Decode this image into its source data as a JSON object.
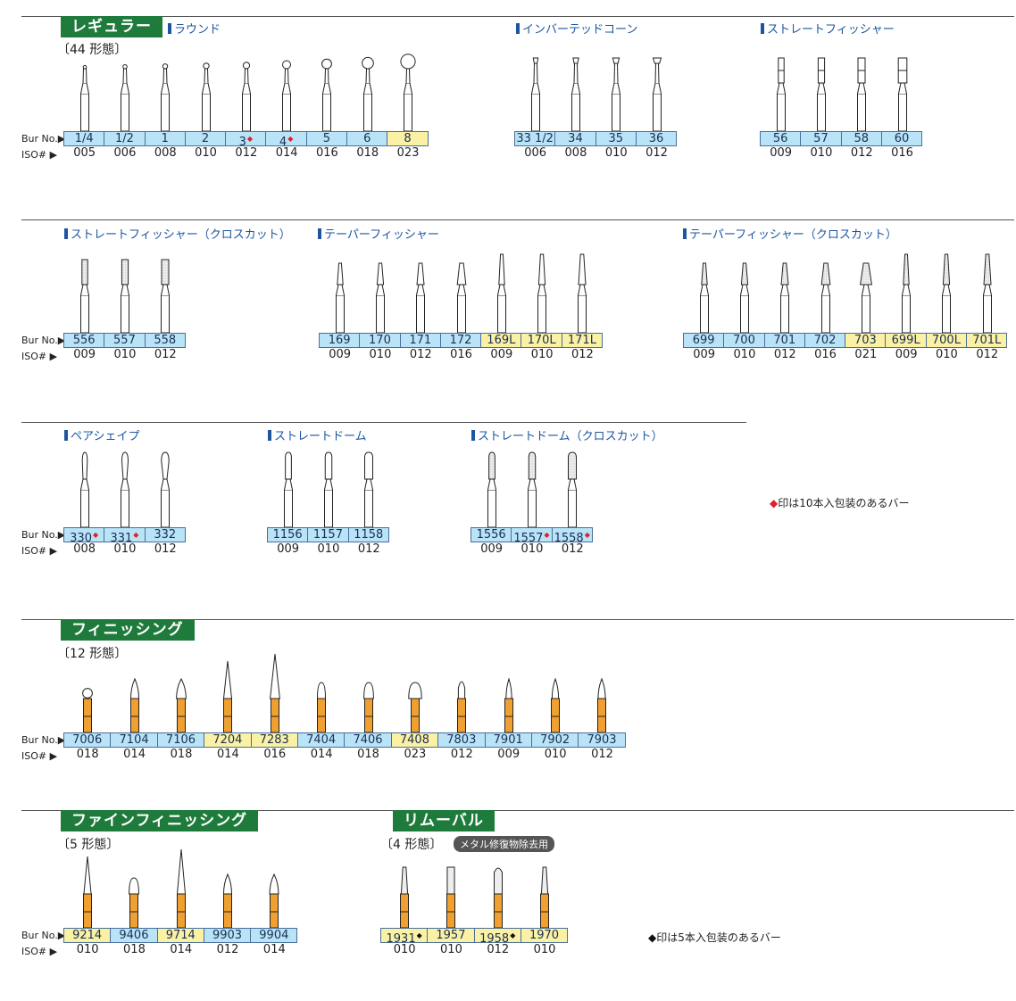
{
  "labels": {
    "bur_no": "Bur No.",
    "iso": "ISO#",
    "arrow": "▶"
  },
  "headers": {
    "regular": "レギュラー",
    "regular_count": "〔44 形態〕",
    "finishing": "フィニッシング",
    "finishing_count": "〔12 形態〕",
    "fine_finishing": "ファインフィニッシング",
    "fine_finishing_count": "〔5 形態〕",
    "removal": "リムーバル",
    "removal_count": "〔4 形態〕",
    "removal_tag": "メタル修復物除去用"
  },
  "notes": {
    "note10": "印は10本入包装のあるバー",
    "note5": "印は5本入包装のあるバー",
    "diamond": "◆"
  },
  "colors": {
    "green": "#1e7b3c",
    "blue_cell": "#b9e3f6",
    "yellow_cell": "#fbf1a4",
    "orange_shank": "#f0a030",
    "red_mark": "#e0202a"
  },
  "groups": [
    {
      "id": "round",
      "title": "ラウンド",
      "shape": "round",
      "shank": "steel",
      "items": [
        {
          "no": "1/4",
          "iso": "005",
          "size": 2
        },
        {
          "no": "1/2",
          "iso": "006",
          "size": 2.5
        },
        {
          "no": "1",
          "iso": "008",
          "size": 3
        },
        {
          "no": "2",
          "iso": "010",
          "size": 3.5
        },
        {
          "no": "3",
          "iso": "012",
          "size": 4,
          "mark": "red"
        },
        {
          "no": "4",
          "iso": "014",
          "size": 5,
          "mark": "red"
        },
        {
          "no": "5",
          "iso": "016",
          "size": 6
        },
        {
          "no": "6",
          "iso": "018",
          "size": 7
        },
        {
          "no": "8",
          "iso": "023",
          "size": 9,
          "yellow": true
        }
      ]
    },
    {
      "id": "inverted",
      "title": "インバーテッドコーン",
      "shape": "invcone",
      "shank": "steel",
      "items": [
        {
          "no": "33 1/2",
          "iso": "006",
          "size": 3
        },
        {
          "no": "34",
          "iso": "008",
          "size": 3.5
        },
        {
          "no": "35",
          "iso": "010",
          "size": 4
        },
        {
          "no": "36",
          "iso": "012",
          "size": 5
        }
      ]
    },
    {
      "id": "straight",
      "title": "ストレートフィッシャー",
      "shape": "straight",
      "shank": "steel",
      "items": [
        {
          "no": "56",
          "iso": "009",
          "size": 4
        },
        {
          "no": "57",
          "iso": "010",
          "size": 4.5
        },
        {
          "no": "58",
          "iso": "012",
          "size": 5
        },
        {
          "no": "60",
          "iso": "016",
          "size": 6
        }
      ]
    },
    {
      "id": "straight_cc",
      "title": "ストレートフィッシャー（クロスカット）",
      "shape": "straightcc",
      "shank": "steel",
      "items": [
        {
          "no": "556",
          "iso": "009",
          "size": 4
        },
        {
          "no": "557",
          "iso": "010",
          "size": 4.5
        },
        {
          "no": "558",
          "iso": "012",
          "size": 5
        }
      ]
    },
    {
      "id": "taper",
      "title": "テーパーフィッシャー",
      "shape": "taper",
      "shank": "steel",
      "items": [
        {
          "no": "169",
          "iso": "009",
          "size": 4
        },
        {
          "no": "170",
          "iso": "010",
          "size": 4.5
        },
        {
          "no": "171",
          "iso": "012",
          "size": 5
        },
        {
          "no": "172",
          "iso": "016",
          "size": 6
        },
        {
          "no": "169L",
          "iso": "009",
          "size": 4,
          "yellow": true,
          "long": true
        },
        {
          "no": "170L",
          "iso": "010",
          "size": 4.5,
          "yellow": true,
          "long": true
        },
        {
          "no": "171L",
          "iso": "012",
          "size": 5,
          "yellow": true,
          "long": true
        }
      ]
    },
    {
      "id": "taper_cc",
      "title": "テーパーフィッシャー（クロスカット）",
      "shape": "tapercc",
      "shank": "steel",
      "items": [
        {
          "no": "699",
          "iso": "009",
          "size": 4
        },
        {
          "no": "700",
          "iso": "010",
          "size": 4.5
        },
        {
          "no": "701",
          "iso": "012",
          "size": 5
        },
        {
          "no": "702",
          "iso": "016",
          "size": 6
        },
        {
          "no": "703",
          "iso": "021",
          "size": 8,
          "yellow": true
        },
        {
          "no": "699L",
          "iso": "009",
          "size": 4,
          "yellow": true,
          "long": true
        },
        {
          "no": "700L",
          "iso": "010",
          "size": 4.5,
          "yellow": true,
          "long": true
        },
        {
          "no": "701L",
          "iso": "012",
          "size": 5,
          "yellow": true,
          "long": true
        }
      ]
    },
    {
      "id": "pear",
      "title": "ペアシェイプ",
      "shape": "pear",
      "shank": "steel",
      "items": [
        {
          "no": "330",
          "iso": "008",
          "size": 4,
          "mark": "red"
        },
        {
          "no": "331",
          "iso": "010",
          "size": 5,
          "mark": "red"
        },
        {
          "no": "332",
          "iso": "012",
          "size": 6
        }
      ]
    },
    {
      "id": "dome",
      "title": "ストレートドーム",
      "shape": "dome",
      "shank": "steel",
      "items": [
        {
          "no": "1156",
          "iso": "009",
          "size": 4.5
        },
        {
          "no": "1157",
          "iso": "010",
          "size": 5
        },
        {
          "no": "1158",
          "iso": "012",
          "size": 6
        }
      ]
    },
    {
      "id": "dome_cc",
      "title": "ストレートドーム（クロスカット）",
      "shape": "domecc",
      "shank": "steel",
      "items": [
        {
          "no": "1556",
          "iso": "009",
          "size": 4.5
        },
        {
          "no": "1557",
          "iso": "010",
          "size": 5,
          "mark": "red"
        },
        {
          "no": "1558",
          "iso": "012",
          "size": 6,
          "mark": "red"
        }
      ]
    },
    {
      "id": "finishing",
      "title": "",
      "shape": "finish",
      "shank": "orange",
      "items": [
        {
          "no": "7006",
          "iso": "018",
          "size": 6,
          "tip": "ball"
        },
        {
          "no": "7104",
          "iso": "014",
          "size": 5,
          "tip": "flame"
        },
        {
          "no": "7106",
          "iso": "018",
          "size": 6,
          "tip": "flame"
        },
        {
          "no": "7204",
          "iso": "014",
          "size": 5,
          "tip": "needle",
          "yellow": true
        },
        {
          "no": "7283",
          "iso": "016",
          "size": 6,
          "tip": "needlelong",
          "yellow": true
        },
        {
          "no": "7404",
          "iso": "014",
          "size": 5,
          "tip": "egg"
        },
        {
          "no": "7406",
          "iso": "018",
          "size": 6,
          "tip": "egg"
        },
        {
          "no": "7408",
          "iso": "023",
          "size": 8,
          "tip": "egg",
          "yellow": true
        },
        {
          "no": "7803",
          "iso": "012",
          "size": 4,
          "tip": "bullet"
        },
        {
          "no": "7901",
          "iso": "009",
          "size": 3.5,
          "tip": "flame"
        },
        {
          "no": "7902",
          "iso": "010",
          "size": 4,
          "tip": "flame"
        },
        {
          "no": "7903",
          "iso": "012",
          "size": 4.5,
          "tip": "flame"
        }
      ]
    },
    {
      "id": "fine_finishing",
      "title": "",
      "shape": "finish",
      "shank": "orange",
      "items": [
        {
          "no": "9214",
          "iso": "010",
          "size": 4.5,
          "tip": "needle",
          "yellow": true
        },
        {
          "no": "9406",
          "iso": "018",
          "size": 6,
          "tip": "egg"
        },
        {
          "no": "9714",
          "iso": "014",
          "size": 5,
          "tip": "needlelong",
          "yellow": true
        },
        {
          "no": "9903",
          "iso": "012",
          "size": 5,
          "tip": "flame"
        },
        {
          "no": "9904",
          "iso": "014",
          "size": 5.5,
          "tip": "flame"
        }
      ]
    },
    {
      "id": "removal",
      "title": "",
      "shape": "removal",
      "shank": "orange",
      "items": [
        {
          "no": "1931",
          "iso": "010",
          "size": 4,
          "tip": "taperx",
          "mark": "black",
          "yellow": true
        },
        {
          "no": "1957",
          "iso": "010",
          "size": 4.5,
          "tip": "straightx",
          "yellow": true
        },
        {
          "no": "1958",
          "iso": "012",
          "size": 5,
          "tip": "domex",
          "mark": "black",
          "yellow": true
        },
        {
          "no": "1970",
          "iso": "010",
          "size": 4,
          "tip": "taperx2",
          "yellow": true
        }
      ]
    }
  ]
}
